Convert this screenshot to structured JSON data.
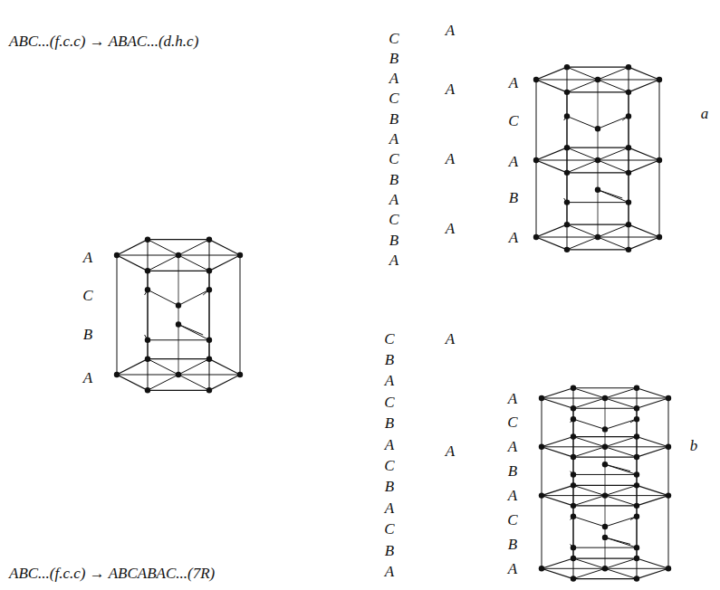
{
  "diagram": {
    "labels": [
      "ABC...(f.c.c) → ABAC...(d.h.c)",
      "C",
      "B",
      "A",
      "C",
      "B",
      "A",
      "C",
      "B",
      "A",
      "C",
      "B",
      "A",
      "A",
      "A",
      "A",
      "A",
      "A",
      "C",
      "A",
      "B",
      "A",
      "a",
      "A",
      "C",
      "B",
      "A",
      "C",
      "B",
      "A",
      "C",
      "B",
      "A",
      "C",
      "B",
      "A",
      "C",
      "B",
      "A",
      "A",
      "A",
      "A",
      "C",
      "A",
      "B",
      "A",
      "C",
      "B",
      "A",
      "b",
      "ABC...(f.c.c) → ABCABAC...(7R)"
    ]
  }
}
